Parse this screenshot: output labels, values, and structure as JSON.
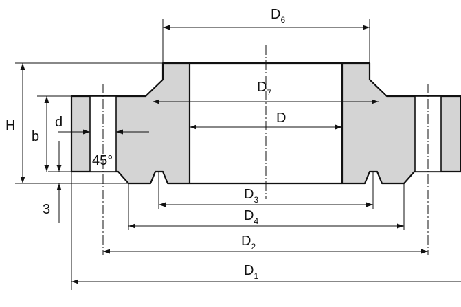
{
  "labels": {
    "D6": {
      "main": "D",
      "sub": "6"
    },
    "D7": {
      "main": "D",
      "sub": "7"
    },
    "D": {
      "main": "D"
    },
    "D3": {
      "main": "D",
      "sub": "3"
    },
    "D4": {
      "main": "D",
      "sub": "4"
    },
    "D2": {
      "main": "D",
      "sub": "2"
    },
    "D1": {
      "main": "D",
      "sub": "1"
    },
    "H": "H",
    "b": "b",
    "d": "d",
    "three": "3",
    "angle": "45°"
  }
}
